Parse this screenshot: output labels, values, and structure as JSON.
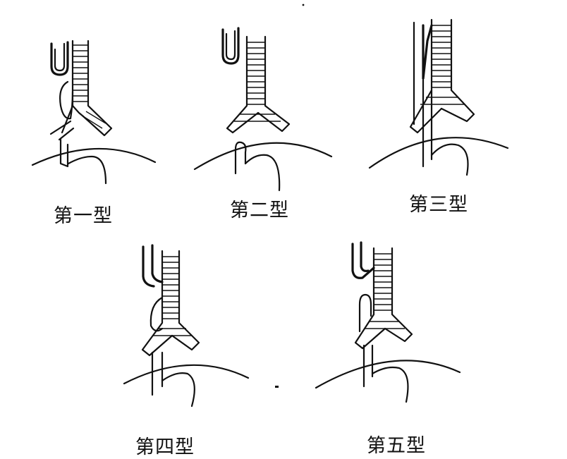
{
  "figure": {
    "panels": [
      {
        "label": "第一型"
      },
      {
        "label": "第二型"
      },
      {
        "label": "第三型"
      },
      {
        "label": "第四型"
      },
      {
        "label": "第五型"
      }
    ]
  }
}
